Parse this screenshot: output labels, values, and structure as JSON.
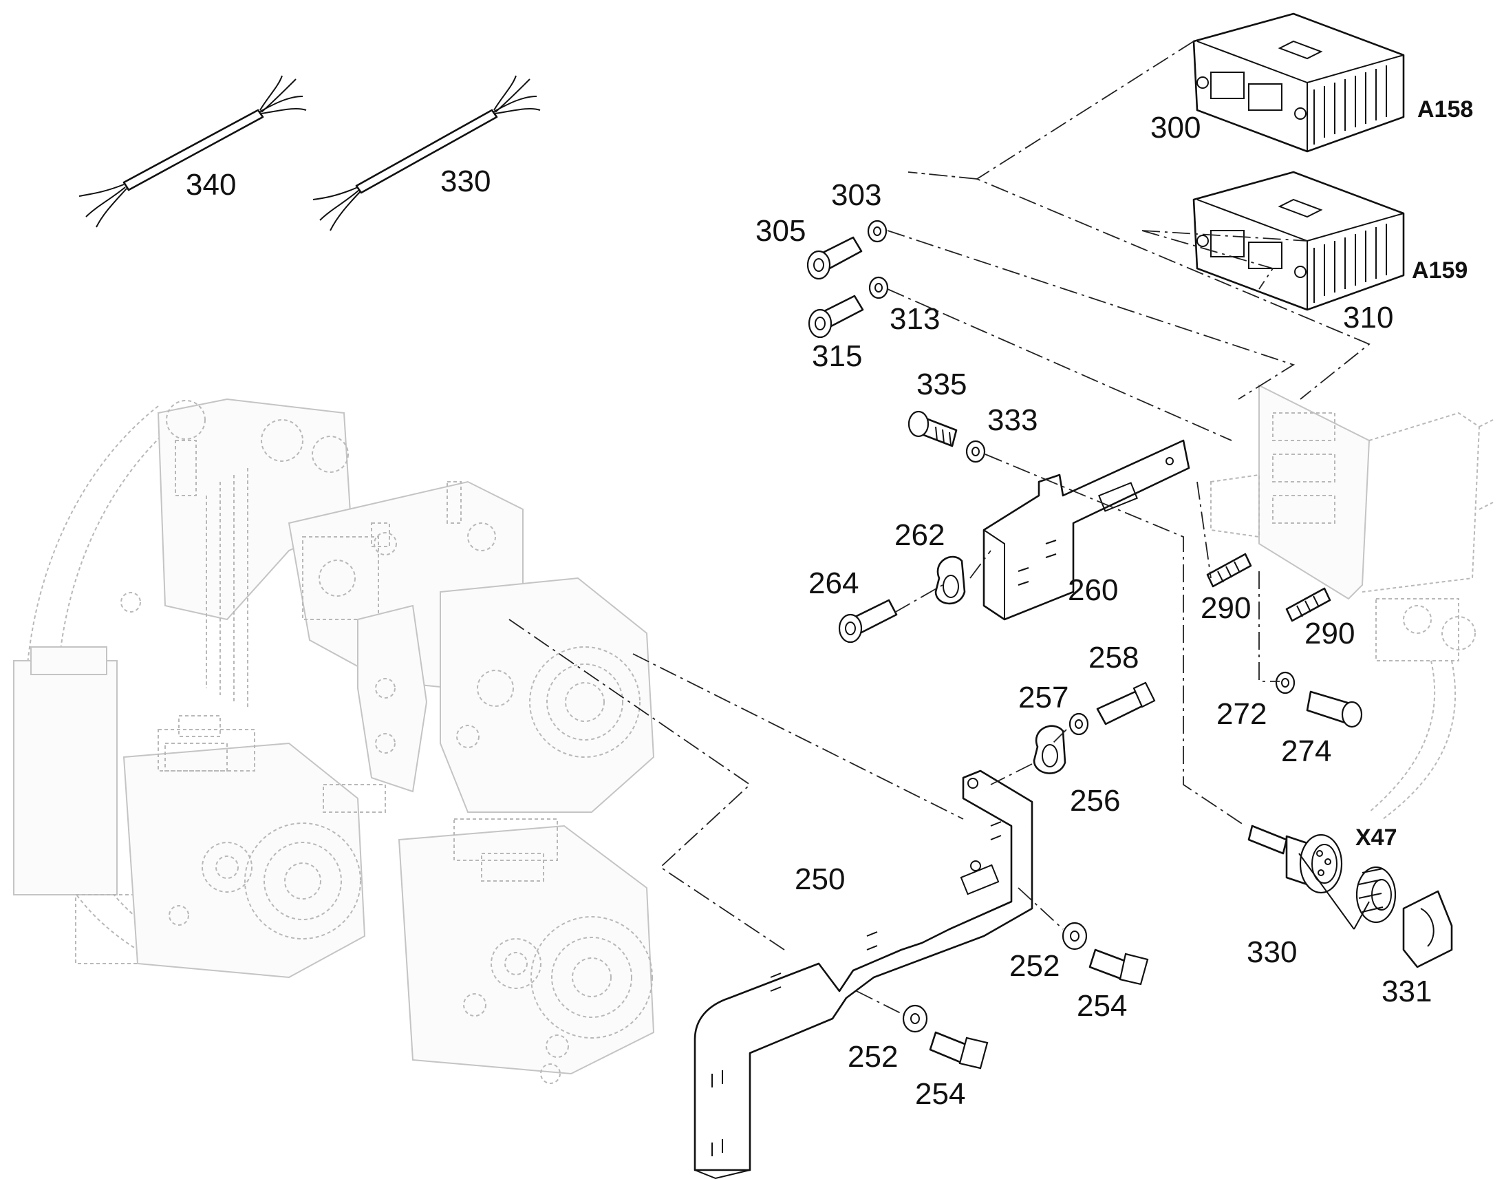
{
  "callouts": {
    "c340": "340",
    "c330_top": "330",
    "c300": "300",
    "c310": "310",
    "c303": "303",
    "c305": "305",
    "c313": "313",
    "c315": "315",
    "c335": "335",
    "c333": "333",
    "c262": "262",
    "c264": "264",
    "c260": "260",
    "c290_a": "290",
    "c290_b": "290",
    "c272": "272",
    "c274": "274",
    "c258": "258",
    "c257": "257",
    "c256": "256",
    "c250": "250",
    "c252_a": "252",
    "c254_a": "254",
    "c252_b": "252",
    "c254_b": "254",
    "c330_bottom": "330",
    "c331": "331"
  },
  "references": {
    "a158": "A158",
    "a159": "A159",
    "x47": "X47"
  }
}
